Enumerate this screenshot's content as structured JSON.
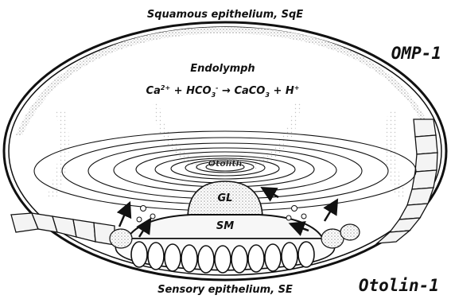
{
  "labels": {
    "top": "Squamous epithelium, SqE",
    "bottom": "Sensory epithelium, SE",
    "endolymph": "Endolymph",
    "otolith": "Otolith",
    "gl": "GL",
    "sm": "SM"
  },
  "reaction": {
    "ca": "Ca",
    "ca_sup": "2+",
    "plus1": " + HCO",
    "hco_sub": "3",
    "hco_sup": "-",
    "arrow": " → ",
    "caco": "CaCO",
    "caco_sub": "3",
    "plus2": " + H",
    "h_sup": "+"
  },
  "proteins": {
    "omp": "OMP-1",
    "otolin": "Otolin-1"
  },
  "colors": {
    "ink": "#111111",
    "stipple": "#bdbdbd",
    "background": "#ffffff"
  },
  "icons": {
    "flow_arrows": "arrow-icon",
    "ions": "ion-circle-icon"
  }
}
